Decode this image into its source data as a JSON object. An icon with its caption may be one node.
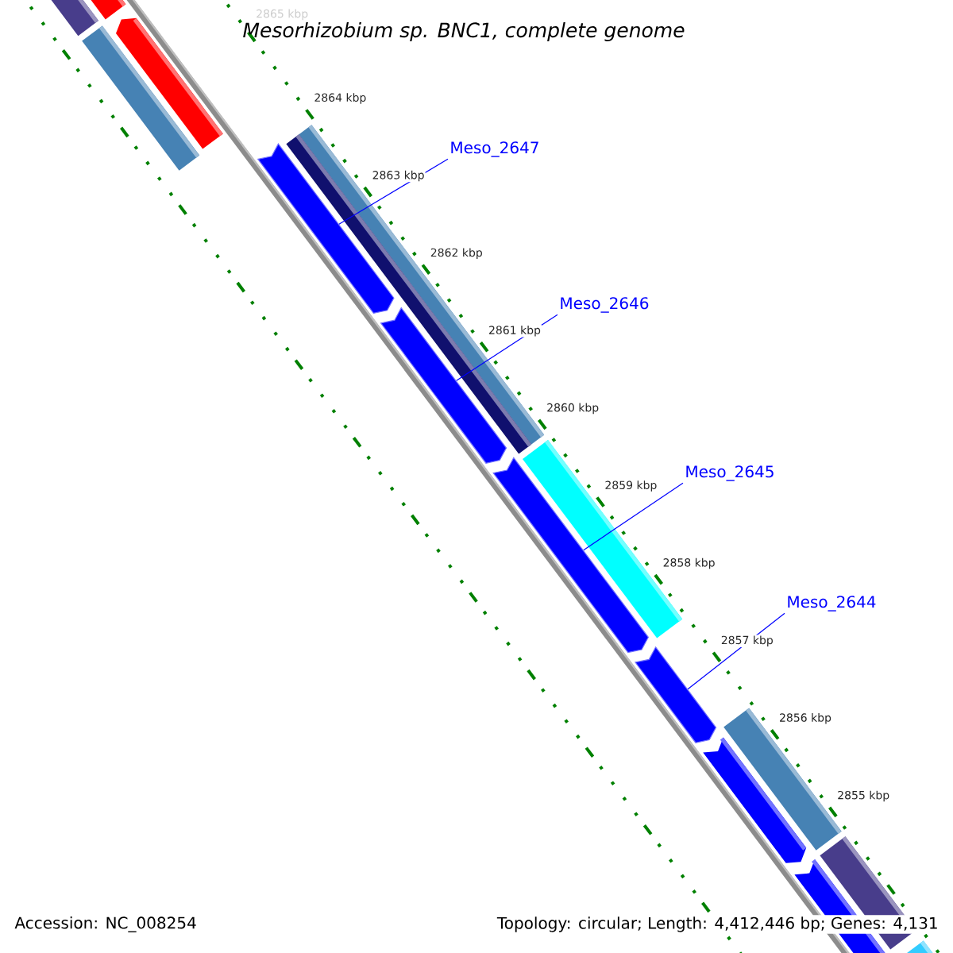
{
  "diagram": {
    "title": "Mesorhizobium sp. BNC1, complete genome",
    "nodes": [
      {
        "text": [
          "Meso_2647"
        ]
      },
      {
        "text": [
          "Meso_2646"
        ]
      },
      {
        "text": [
          "Meso_2645"
        ]
      },
      {
        "text": [
          "Meso_2644"
        ]
      },
      {
        "text": [],
        "shape": "bar"
      },
      {
        "text": [],
        "shape": "bar"
      },
      {
        "text": [],
        "shape": "bar"
      },
      {
        "text": [],
        "shape": "bar"
      }
    ],
    "edges": [
      {
        "from": 0,
        "to": 4,
        "arrow": "none"
      },
      {
        "from": 1,
        "to": 5,
        "arrow": "none"
      },
      {
        "from": 2,
        "to": 6,
        "arrow": "none"
      },
      {
        "from": 3,
        "to": 7,
        "arrow": "none"
      }
    ],
    "labels": [
      "2865 kbp",
      "2864 kbp",
      "2863 kbp",
      "2862 kbp",
      "2861 kbp",
      "2860 kbp",
      "2859 kbp",
      "2858 kbp",
      "2857 kbp",
      "2856 kbp",
      "2855 kbp",
      "Accession: NC_008254",
      "Topology: circular; Length: 4,412,446 bp; Genes: 4,131"
    ]
  }
}
